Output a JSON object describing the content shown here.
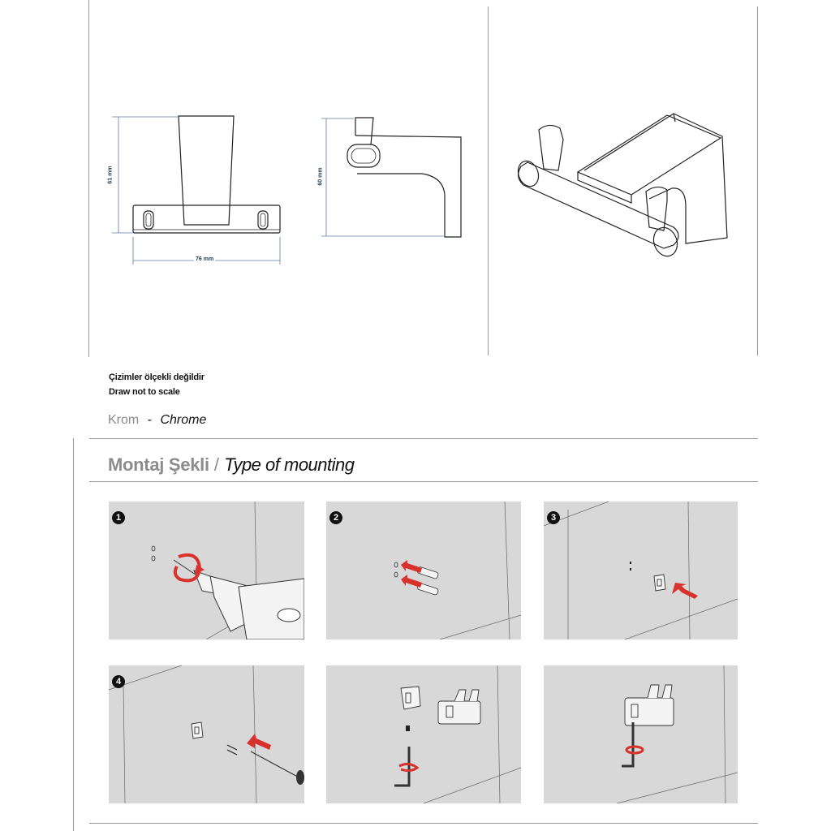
{
  "drawings": {
    "front_height": "61 mm",
    "front_width": "76 mm",
    "side_height": "60 mm"
  },
  "notes": {
    "scale_tr": "Çizimler ölçekli değildir",
    "scale_en": "Draw not to scale"
  },
  "finish": {
    "tr": "Krom",
    "separator": "-",
    "en": "Chrome"
  },
  "mounting": {
    "title_tr": "Montaj Şekli",
    "slash": "/",
    "title_en": "Type of mounting",
    "steps": [
      {
        "number": "1"
      },
      {
        "number": "2"
      },
      {
        "number": "3"
      },
      {
        "number": "4"
      }
    ]
  }
}
